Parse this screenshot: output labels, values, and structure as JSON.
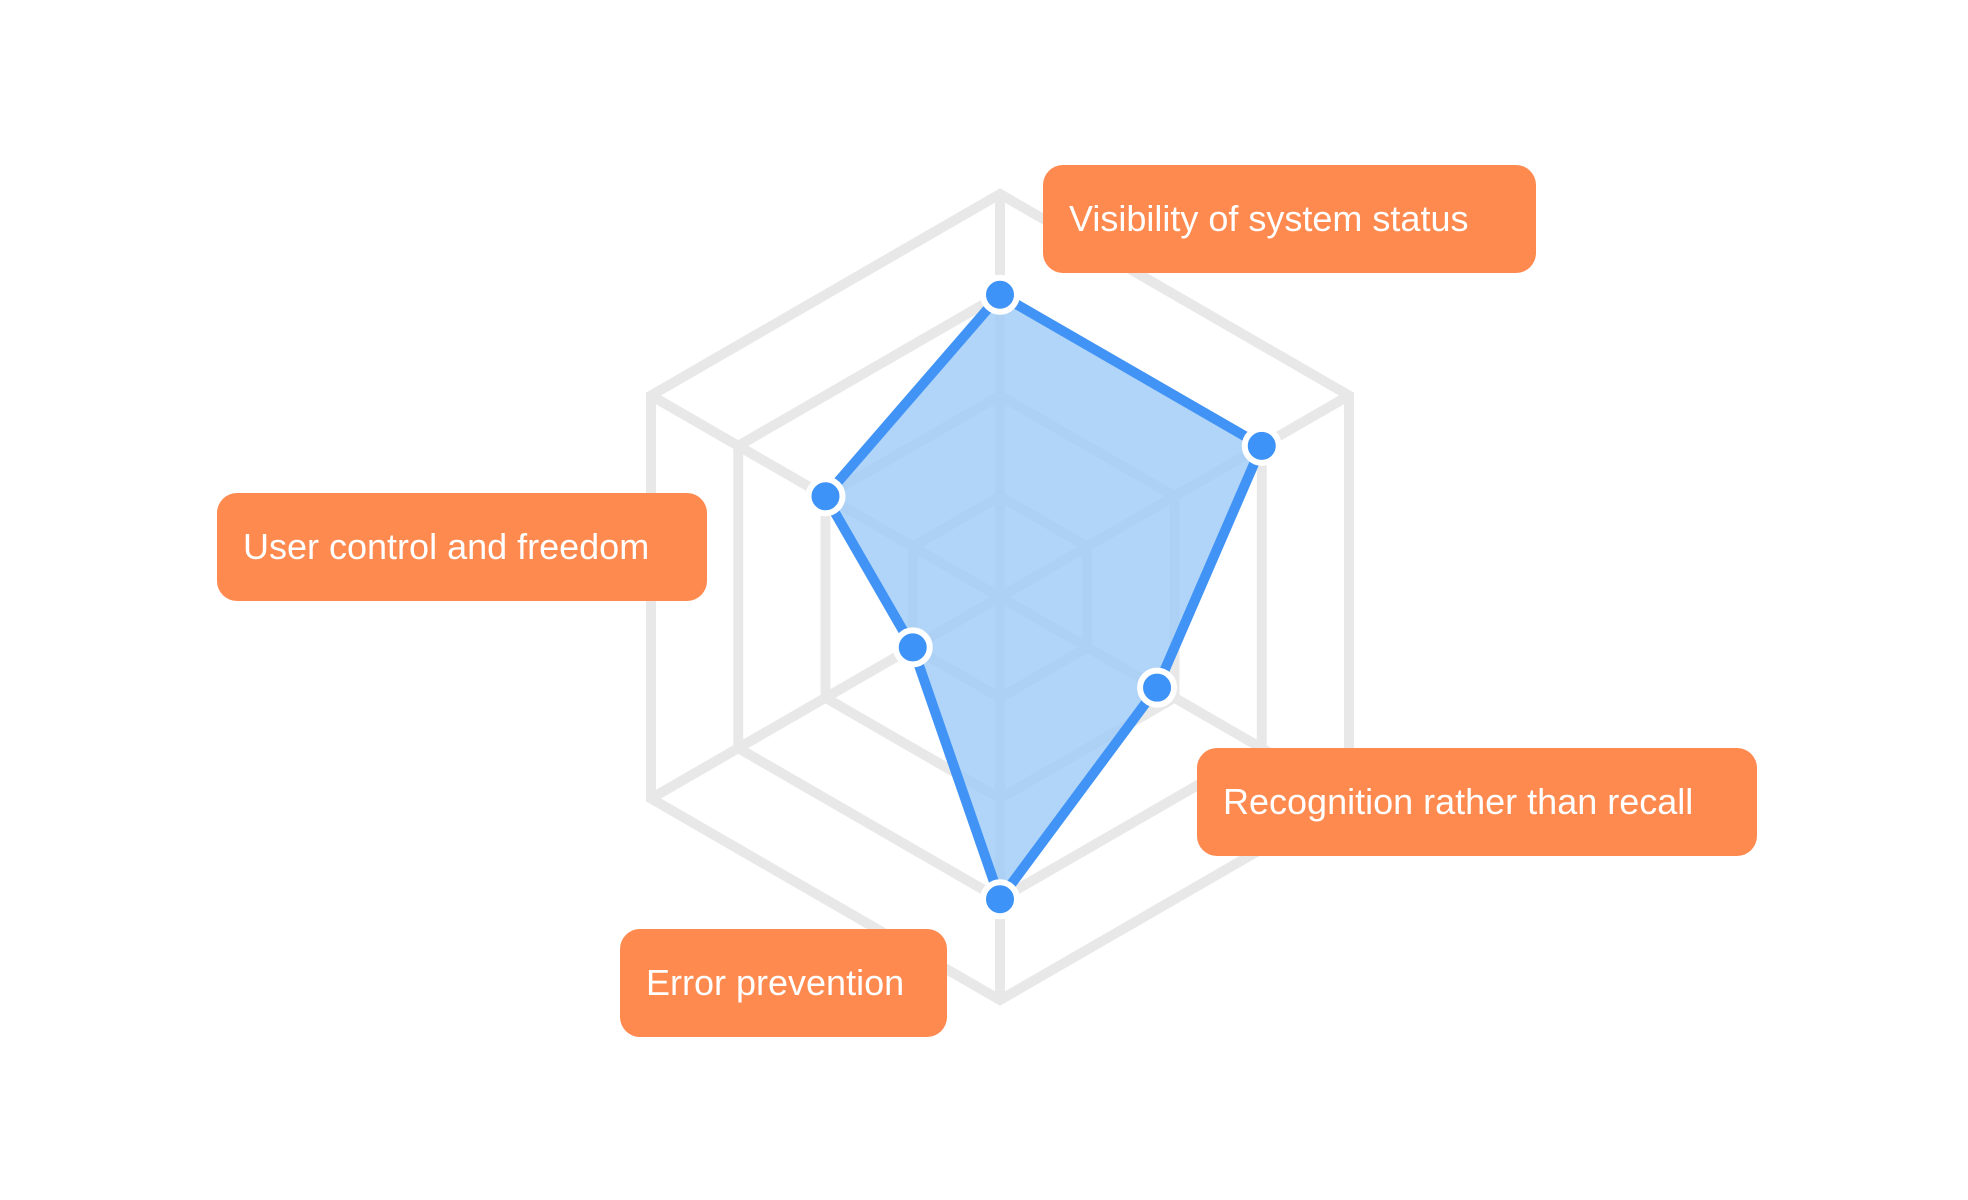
{
  "chart_data": {
    "type": "radar",
    "title": "",
    "axis_count": 6,
    "levels": 4,
    "max": 4,
    "grid": true,
    "values": [
      3,
      3,
      1.8,
      3,
      1,
      2
    ],
    "category_labels": [
      "Visibility of system status",
      "",
      "Recognition rather than recall",
      "Error prevention",
      "User control and freedom",
      ""
    ],
    "callouts": [
      "Visibility of system status",
      "User control and freedom",
      "Recognition rather than recall",
      "Error prevention"
    ]
  },
  "colors": {
    "grid": "#E8E8E8",
    "series_line": "#4194F6",
    "series_fill": "#9ECAF8",
    "point_fill": "#3D93F7",
    "point_stroke": "#FFFFFF",
    "callout_bg": "#FF8A50",
    "callout_text": "#FFFFFF"
  }
}
